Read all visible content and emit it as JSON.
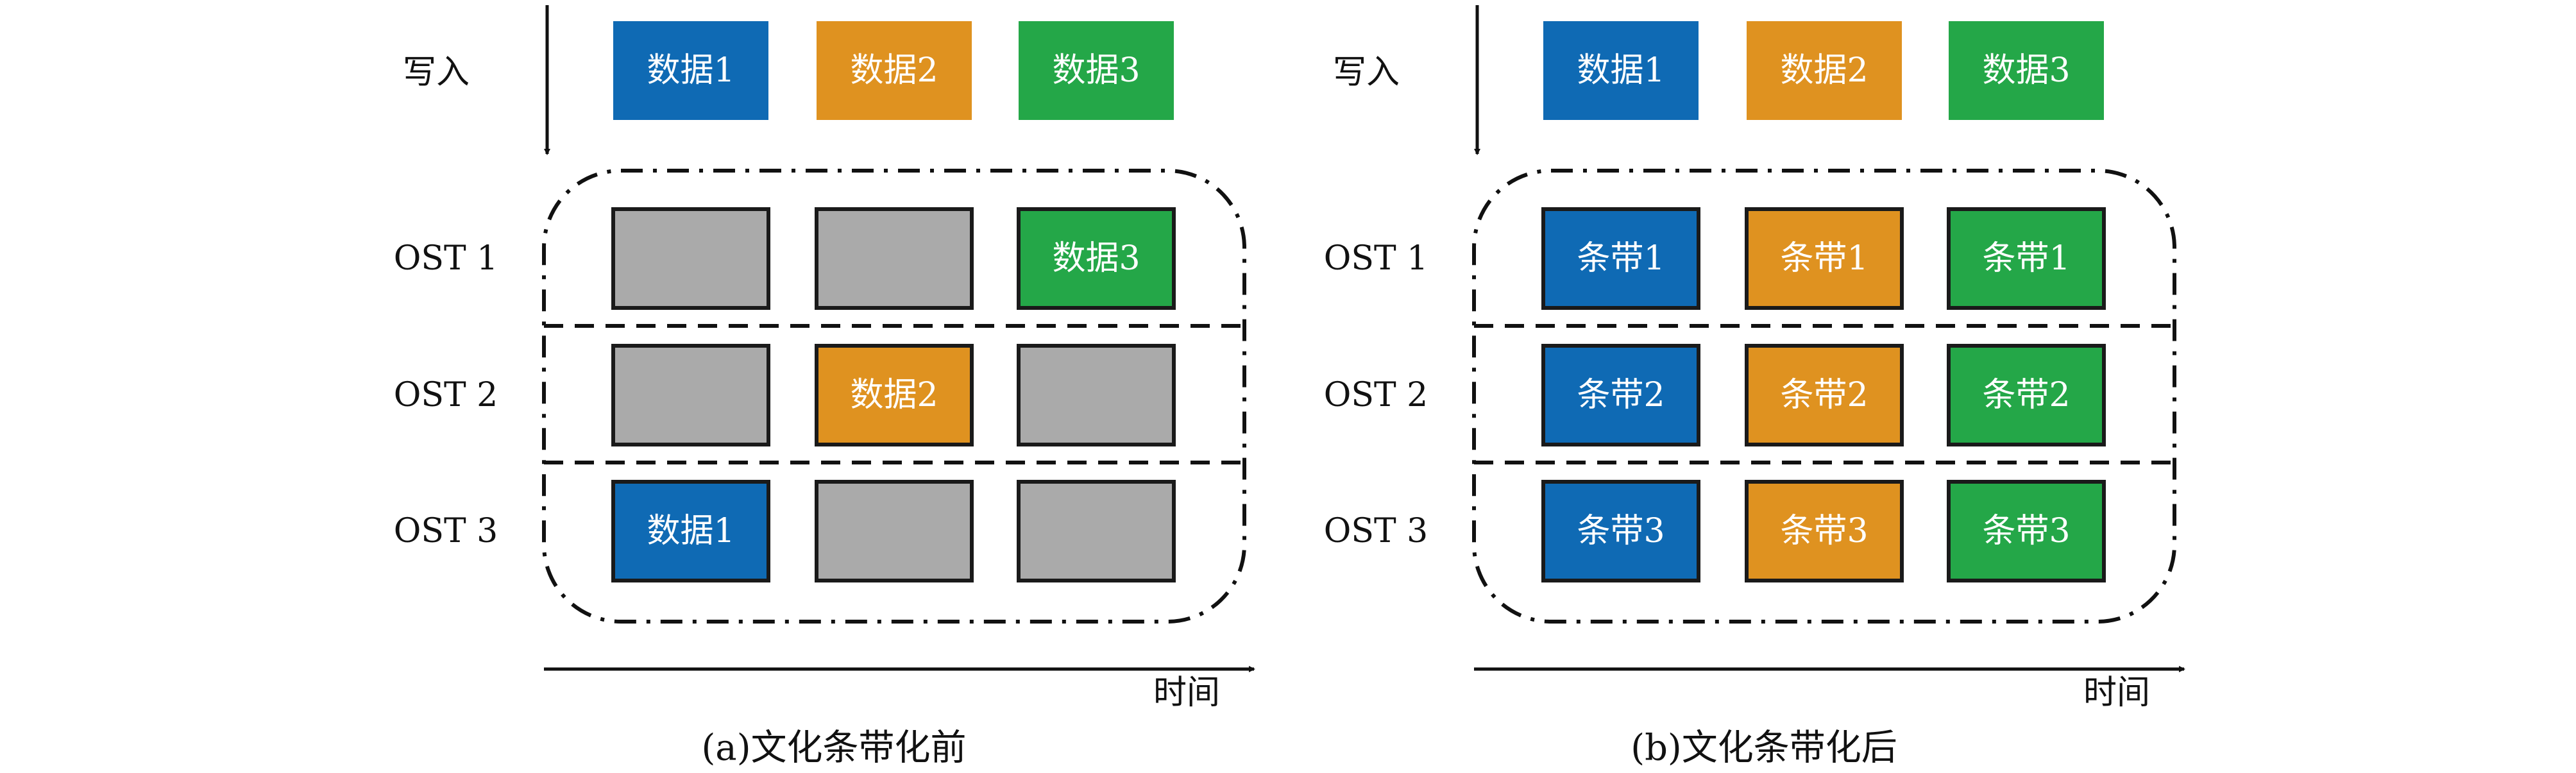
{
  "colors": {
    "blue": "#0f6ab4",
    "orange": "#df9220",
    "green": "#24a748",
    "gray": "#aaaaaa",
    "border": "#1a1a1a"
  },
  "panels": [
    {
      "write_label": "写入",
      "time_label": "时间",
      "caption": "(a)文化条带化前",
      "input_blocks": [
        {
          "label": "数据1",
          "color": "blue"
        },
        {
          "label": "数据2",
          "color": "orange"
        },
        {
          "label": "数据3",
          "color": "green"
        }
      ],
      "rows": [
        {
          "label": "OST 1",
          "cells": [
            {
              "label": "",
              "color": "gray"
            },
            {
              "label": "",
              "color": "gray"
            },
            {
              "label": "数据3",
              "color": "green"
            }
          ]
        },
        {
          "label": "OST 2",
          "cells": [
            {
              "label": "",
              "color": "gray"
            },
            {
              "label": "数据2",
              "color": "orange"
            },
            {
              "label": "",
              "color": "gray"
            }
          ]
        },
        {
          "label": "OST 3",
          "cells": [
            {
              "label": "数据1",
              "color": "blue"
            },
            {
              "label": "",
              "color": "gray"
            },
            {
              "label": "",
              "color": "gray"
            }
          ]
        }
      ]
    },
    {
      "write_label": "写入",
      "time_label": "时间",
      "caption": "(b)文化条带化后",
      "input_blocks": [
        {
          "label": "数据1",
          "color": "blue"
        },
        {
          "label": "数据2",
          "color": "orange"
        },
        {
          "label": "数据3",
          "color": "green"
        }
      ],
      "rows": [
        {
          "label": "OST 1",
          "cells": [
            {
              "label": "条带1",
              "color": "blue"
            },
            {
              "label": "条带1",
              "color": "orange"
            },
            {
              "label": "条带1",
              "color": "green"
            }
          ]
        },
        {
          "label": "OST 2",
          "cells": [
            {
              "label": "条带2",
              "color": "blue"
            },
            {
              "label": "条带2",
              "color": "orange"
            },
            {
              "label": "条带2",
              "color": "green"
            }
          ]
        },
        {
          "label": "OST 3",
          "cells": [
            {
              "label": "条带3",
              "color": "blue"
            },
            {
              "label": "条带3",
              "color": "orange"
            },
            {
              "label": "条带3",
              "color": "green"
            }
          ]
        }
      ]
    }
  ]
}
